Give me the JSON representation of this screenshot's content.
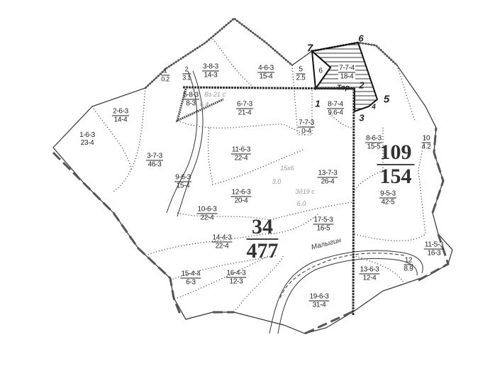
{
  "quarters": [
    {
      "number": "34",
      "area": "477"
    },
    {
      "number": "109",
      "area": "154"
    }
  ],
  "plots": [
    {
      "top": "1",
      "bottom": "0.2"
    },
    {
      "top": "2",
      "bottom": "3.1"
    },
    {
      "top": "3-8-3",
      "bottom": "14-3"
    },
    {
      "top": "4-6-3",
      "bottom": "15-4"
    },
    {
      "top": "5",
      "bottom": "2.5"
    },
    {
      "top": "6",
      "bottom": ""
    },
    {
      "top": "7-7-4",
      "bottom": "18-4"
    },
    {
      "top": "5-8-3",
      "bottom": "8-3"
    },
    {
      "top": "6-7-3",
      "bottom": "21-4"
    },
    {
      "top": "7-7-3",
      "bottom": "0-4"
    },
    {
      "top": "8-7-4",
      "bottom": "9.6-4"
    },
    {
      "top": "8-6-3",
      "bottom": "15-5"
    },
    {
      "top": "10",
      "bottom": "4.2"
    },
    {
      "top": "2-6-3",
      "bottom": "14-4"
    },
    {
      "top": "1-6-3",
      "bottom": "23-4"
    },
    {
      "top": "3-7-3",
      "bottom": "46-3"
    },
    {
      "top": "11-6-3",
      "bottom": "22-4"
    },
    {
      "top": "9-6-3",
      "bottom": "15-4"
    },
    {
      "top": "12-6-3",
      "bottom": "20-4"
    },
    {
      "top": "13-7-3",
      "bottom": "26-4"
    },
    {
      "top": "9-5-3",
      "bottom": "42-5"
    },
    {
      "top": "10-6-3",
      "bottom": "22-4"
    },
    {
      "top": "17-5-3",
      "bottom": "16-5"
    },
    {
      "top": "14-4-3",
      "bottom": "22-4"
    },
    {
      "top": "11-5-3",
      "bottom": "16-3"
    },
    {
      "top": "12",
      "bottom": "8.9"
    },
    {
      "top": "15-4-4",
      "bottom": "6-3"
    },
    {
      "top": "16-4-3",
      "bottom": "12-3"
    },
    {
      "top": "13-6-3",
      "bottom": "12-4"
    },
    {
      "top": "19-6-3",
      "bottom": "31-4"
    }
  ],
  "boundary_points": [
    "1",
    "2",
    "3",
    "4",
    "5",
    "6",
    "7",
    "Тор"
  ],
  "road_label": "Малыгин",
  "notes": [
    "Вз 21 с",
    "6.4",
    "15х6",
    "3.0",
    "Зд19 с",
    "6.0"
  ]
}
